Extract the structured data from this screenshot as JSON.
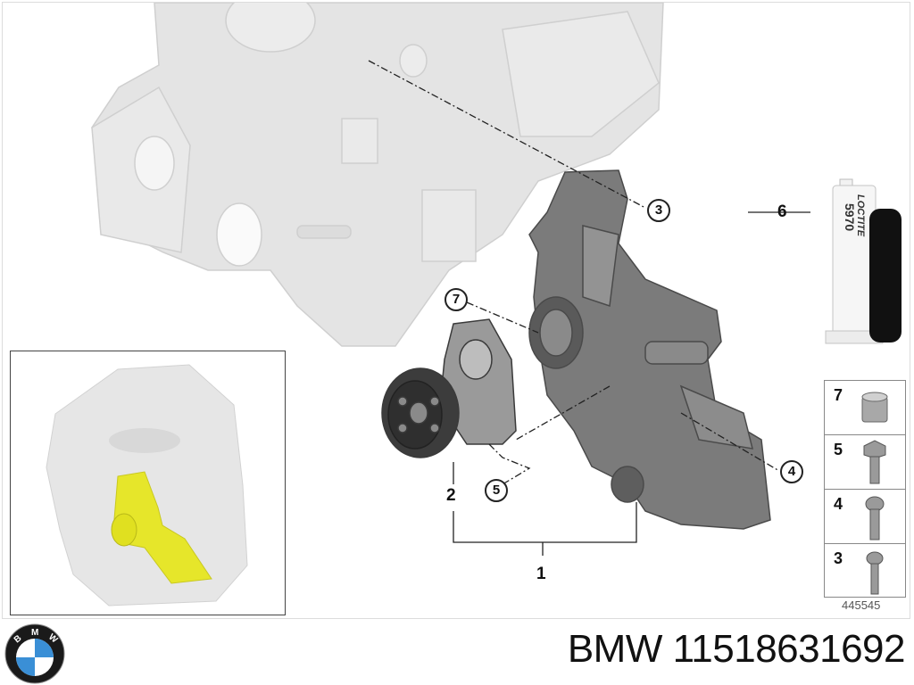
{
  "diagram": {
    "callouts": [
      {
        "id": "1",
        "style": "plain"
      },
      {
        "id": "2",
        "style": "plain"
      },
      {
        "id": "3",
        "style": "circle"
      },
      {
        "id": "4",
        "style": "circle"
      },
      {
        "id": "5",
        "style": "circle"
      },
      {
        "id": "6",
        "style": "plain"
      },
      {
        "id": "7",
        "style": "circle"
      }
    ],
    "tube_label": {
      "brand": "LOCTITE",
      "product": "5970"
    },
    "small_parts": [
      {
        "num": "7",
        "icon": "sleeve-icon"
      },
      {
        "num": "5",
        "icon": "hex-bolt-icon"
      },
      {
        "num": "4",
        "icon": "flange-bolt-icon"
      },
      {
        "num": "3",
        "icon": "flange-bolt-icon"
      }
    ],
    "diagram_number": "445545",
    "colors": {
      "engine_ghost": "#e2e2e2",
      "bracket": "#7c7c7c",
      "pulley": "#3a3a3a",
      "highlight": "#e6e62a",
      "bmw_blue": "#3a8fd6"
    }
  },
  "footer": {
    "brand": "BMW",
    "part_number": "11518631692",
    "title": "BMW 11518631692"
  }
}
